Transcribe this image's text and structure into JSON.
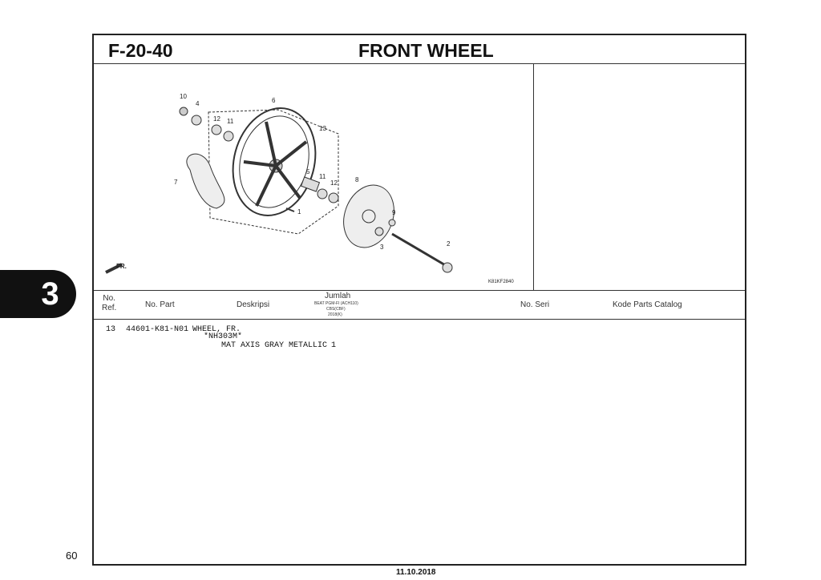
{
  "header": {
    "code": "F-20-40",
    "title": "FRONT WHEEL"
  },
  "section_tab": "3",
  "page_number": "60",
  "date": "11.10.2018",
  "diagram": {
    "figure_code": "K81KF2840",
    "direction_label": "FR.",
    "callouts": [
      "10",
      "4",
      "12",
      "11",
      "6",
      "13",
      "7",
      "5",
      "11",
      "12",
      "8",
      "9",
      "1",
      "3",
      "2"
    ]
  },
  "table": {
    "headers": {
      "no_ref": "No.\nRef.",
      "no_part": "No. Part",
      "deskripsi": "Deskripsi",
      "jumlah": "Jumlah",
      "jumlah_sub1": "BEAT PGM-FI (ACH110)",
      "jumlah_sub2": "CBS(CBF)",
      "jumlah_sub3": "2018(K)",
      "no_seri": "No. Seri",
      "kode": "Kode Parts Catalog"
    },
    "rows": [
      {
        "ref": "13",
        "part": "44601-K81-N01",
        "desc1": "WHEEL, FR.",
        "desc2": "*NH303M*",
        "desc3": "MAT AXIS GRAY METALLIC",
        "qty": "1"
      }
    ]
  }
}
